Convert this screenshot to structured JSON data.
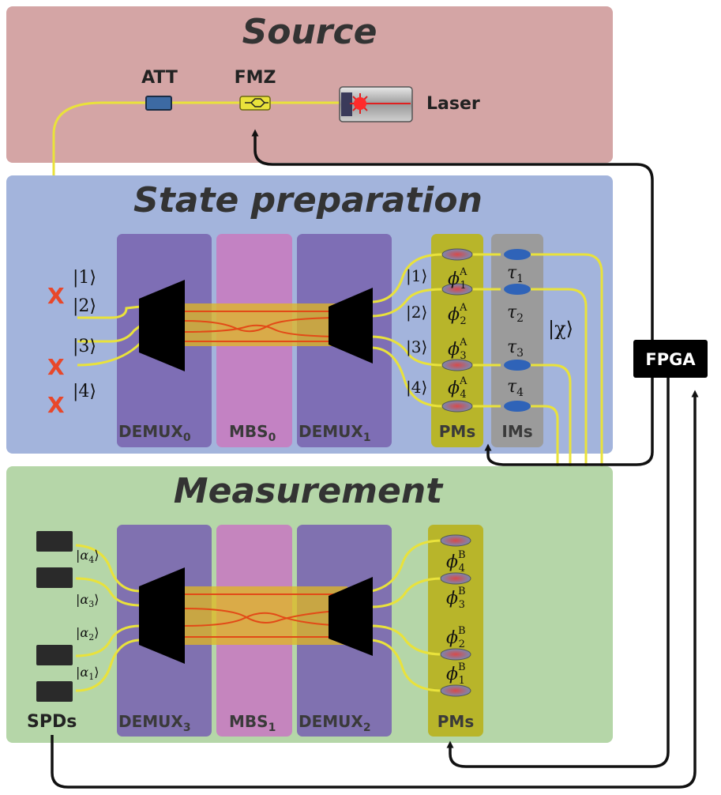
{
  "panels": {
    "source": "Source",
    "state_preparation": "State preparation",
    "measurement": "Measurement"
  },
  "components": {
    "att": "ATT",
    "fmz": "FMZ",
    "laser": "Laser",
    "fpga": "FPGA",
    "spds": "SPDs",
    "blocked_mark": "X"
  },
  "state_prep": {
    "columns": [
      {
        "main": "DEMUX",
        "sub": "0"
      },
      {
        "main": "MBS",
        "sub": "0"
      },
      {
        "main": "DEMUX",
        "sub": "1"
      },
      {
        "main": "PMs",
        "sub": ""
      },
      {
        "main": "IMs",
        "sub": ""
      }
    ],
    "input_kets": [
      "|1⟩",
      "|2⟩",
      "|3⟩",
      "|4⟩"
    ],
    "output_kets": [
      "|1⟩",
      "|2⟩",
      "|3⟩",
      "|4⟩"
    ],
    "phases": [
      {
        "base": "ϕ",
        "sup": "A",
        "sub": "1"
      },
      {
        "base": "ϕ",
        "sup": "A",
        "sub": "2"
      },
      {
        "base": "ϕ",
        "sup": "A",
        "sub": "3"
      },
      {
        "base": "ϕ",
        "sup": "A",
        "sub": "4"
      }
    ],
    "taus": [
      {
        "base": "τ",
        "sub": "1"
      },
      {
        "base": "τ",
        "sub": "2"
      },
      {
        "base": "τ",
        "sub": "3"
      },
      {
        "base": "τ",
        "sub": "4"
      }
    ],
    "chi": "|χ⟩"
  },
  "measurement": {
    "columns": [
      {
        "main": "DEMUX",
        "sub": "3"
      },
      {
        "main": "MBS",
        "sub": "1"
      },
      {
        "main": "DEMUX",
        "sub": "2"
      },
      {
        "main": "PMs",
        "sub": ""
      }
    ],
    "alpha_kets": [
      {
        "base": "α",
        "sub": "4"
      },
      {
        "base": "α",
        "sub": "3"
      },
      {
        "base": "α",
        "sub": "2"
      },
      {
        "base": "α",
        "sub": "1"
      }
    ],
    "phases": [
      {
        "base": "ϕ",
        "sup": "B",
        "sub": "4"
      },
      {
        "base": "ϕ",
        "sup": "B",
        "sub": "3"
      },
      {
        "base": "ϕ",
        "sup": "B",
        "sub": "2"
      },
      {
        "base": "ϕ",
        "sup": "B",
        "sub": "1"
      }
    ]
  },
  "colors": {
    "source_panel": "#d4a5a5",
    "state_panel": "#a3b4dc",
    "measurement_panel": "#b5d6a8",
    "demux_column": "#7a66b0",
    "mbs_column": "#c77cc0",
    "pm_column": "#b8b52a",
    "im_column": "#9b9b9b",
    "fiber": "#e9e23b",
    "marker": "#e8472a"
  }
}
